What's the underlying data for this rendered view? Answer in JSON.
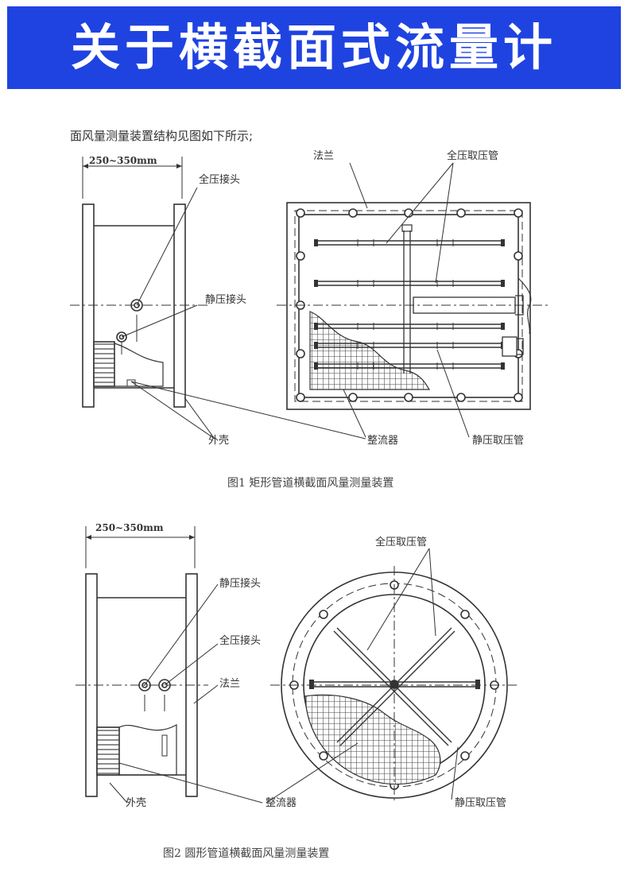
{
  "header": {
    "title": "关于横截面式流量计"
  },
  "intro": {
    "text": "面风量测量装置结构见图如下所示;"
  },
  "figure1": {
    "dimension": "250~350mm",
    "labels": {
      "total_pressure_connector": "全压接头",
      "static_pressure_connector": "静压接头",
      "housing": "外壳",
      "flange": "法兰",
      "total_pressure_tube": "全压取压管",
      "flow_straightener": "整流器",
      "static_pressure_tube": "静压取压管"
    },
    "caption": "图1 矩形管道横截面风量测量装置"
  },
  "figure2": {
    "dimension": "250~350mm",
    "labels": {
      "static_pressure_connector": "静压接头",
      "total_pressure_connector": "全压接头",
      "flange": "法兰",
      "housing": "外壳",
      "flow_straightener": "整流器",
      "total_pressure_tube": "全压取压管",
      "static_pressure_tube": "静压取压管"
    },
    "caption": "图2 圆形管道横截面风量测量装置"
  }
}
